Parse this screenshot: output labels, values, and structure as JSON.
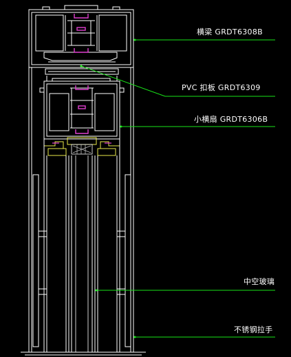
{
  "colors": {
    "background": "#000000",
    "outline": "#ffffff",
    "leader": "#19e619",
    "gasket": "#e040d0",
    "sealant": "#e8e84a",
    "glass": "#9aa0a6"
  },
  "labels": {
    "transom": "横梁 GRDT6308B",
    "pvc_cover": "PVC 扣板 GRDT6309",
    "small_transom": "小横扇 GRDT6306B",
    "hollow_glass": "中空玻璃",
    "stainless_handle": "不锈钢拉手"
  }
}
